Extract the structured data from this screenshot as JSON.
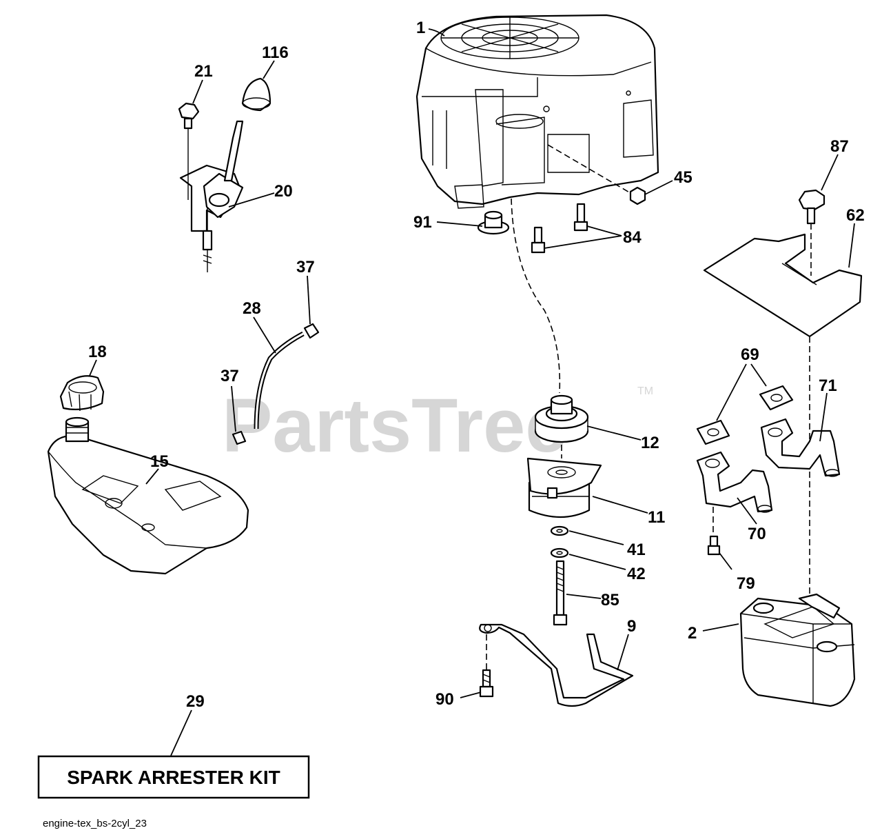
{
  "watermark": {
    "text": "PartsTree",
    "trademark": "TM"
  },
  "labels": {
    "n1": "1",
    "n2": "2",
    "n9": "9",
    "n11": "11",
    "n12": "12",
    "n15": "15",
    "n18": "18",
    "n20": "20",
    "n21": "21",
    "n28": "28",
    "n29": "29",
    "n37a": "37",
    "n37b": "37",
    "n41": "41",
    "n42": "42",
    "n45": "45",
    "n62": "62",
    "n69": "69",
    "n70": "70",
    "n71": "71",
    "n79": "79",
    "n84": "84",
    "n85": "85",
    "n87": "87",
    "n90": "90",
    "n91": "91",
    "n116": "116"
  },
  "kit_box": {
    "text": "SPARK ARRESTER KIT"
  },
  "footer": {
    "code": "engine-tex_bs-2cyl_23"
  }
}
